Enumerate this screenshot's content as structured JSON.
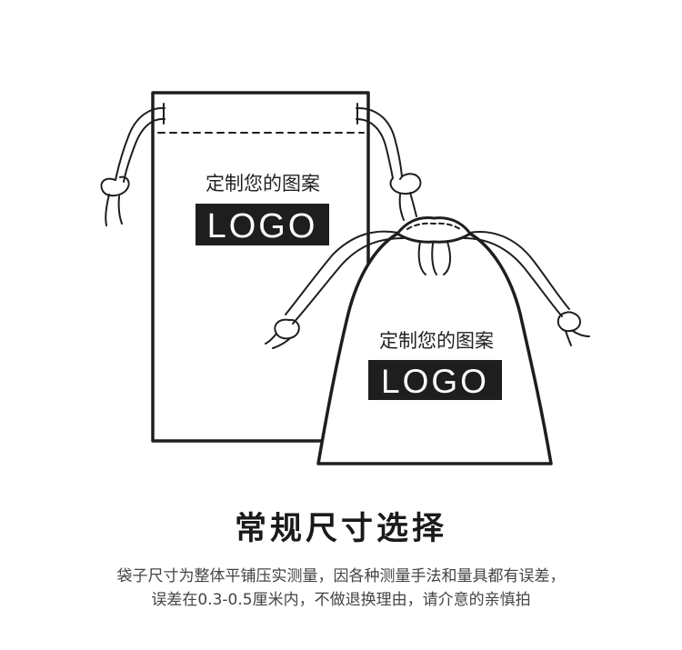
{
  "bag_large": {
    "label": "定制您的图案",
    "logo": "LOGO"
  },
  "bag_small": {
    "label": "定制您的图案",
    "logo": "LOGO"
  },
  "caption": {
    "title": "常规尺寸选择",
    "line1": "袋子尺寸为整体平铺压实测量，因各种测量手法和量具都有误差，",
    "line2": "误差在0.3-0.5厘米内，不做退换理由，请介意的亲慎拍"
  },
  "colors": {
    "outline": "#1e1e1e",
    "logo_background": "#1e1e1e",
    "logo_text": "#ffffff"
  }
}
